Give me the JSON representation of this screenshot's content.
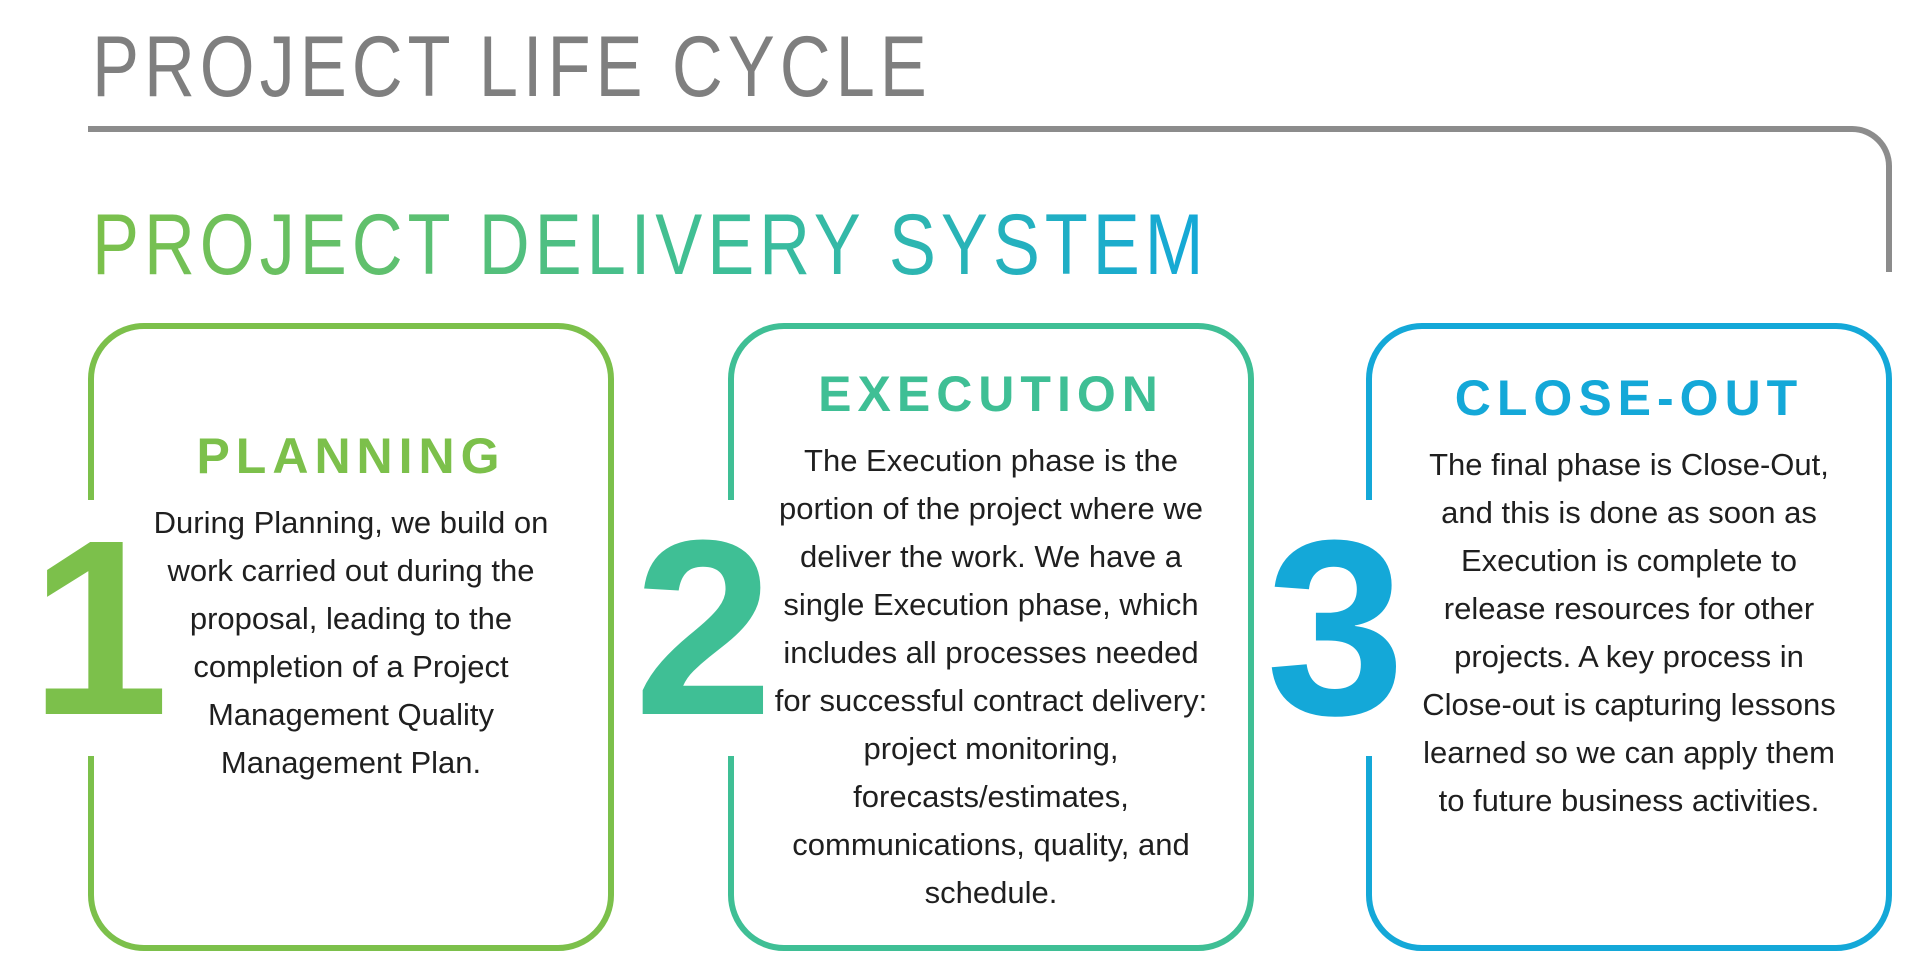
{
  "header": {
    "title": "PROJECT LIFE CYCLE",
    "subtitle": "PROJECT DELIVERY SYSTEM"
  },
  "colors": {
    "planning": "#7cc04b",
    "execution": "#3fbf95",
    "closeout": "#14a8d8",
    "gray": "#7f7f7f"
  },
  "phases": [
    {
      "number": "1",
      "title": "PLANNING",
      "text": "During Planning, we build on work carried out during the proposal, leading to the completion of a Project Management Quality Management Plan."
    },
    {
      "number": "2",
      "title": "EXECUTION",
      "text": "The Execution phase is the portion of the project where we deliver the work. We have a single Execution phase, which includes all processes needed for successful contract delivery: project monitoring, forecasts/estimates, communications, quality, and schedule."
    },
    {
      "number": "3",
      "title": "CLOSE-OUT",
      "text": "The final phase is Close-Out, and this is done as soon as Execution is complete to release resources for other projects. A key process in Close-out is capturing lessons learned so we can apply them to future business activities."
    }
  ]
}
